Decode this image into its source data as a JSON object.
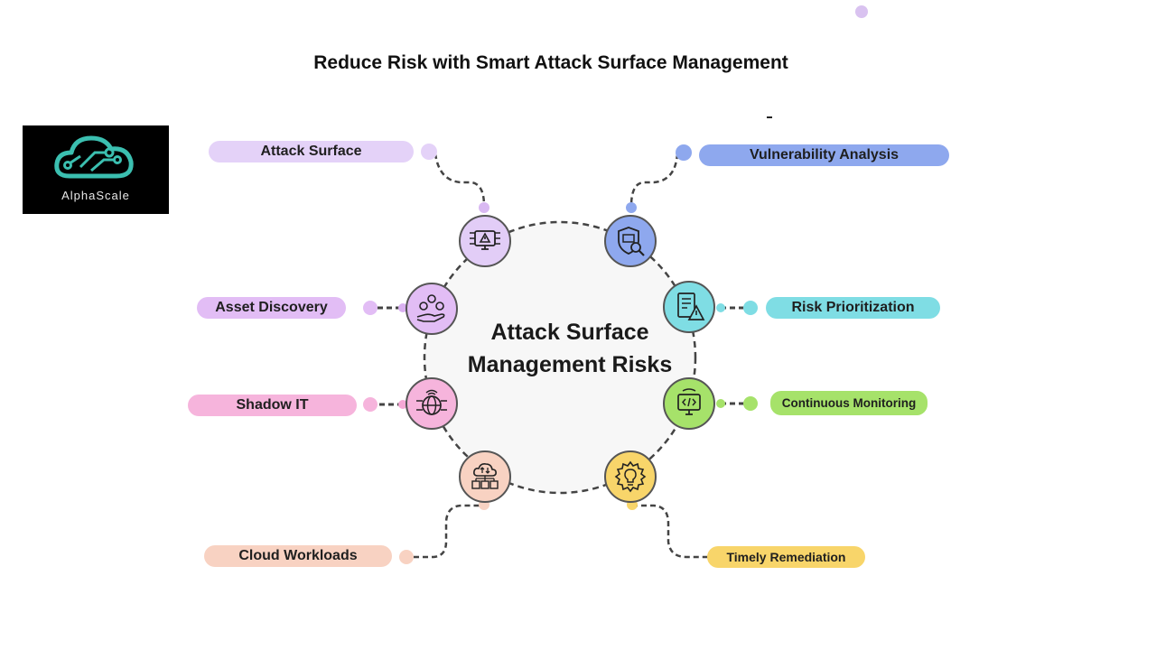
{
  "title": "Reduce Risk with Smart Attack Surface Management",
  "logo": {
    "name": "AlphaScale",
    "icon": "cloud-circuit-icon"
  },
  "center": {
    "line1": "Attack Surface",
    "line2": "Management Risks"
  },
  "items": [
    {
      "label": "Attack Surface",
      "color": "#e4d2f8",
      "icon": "monitor-warning-icon"
    },
    {
      "label": "Vulnerability Analysis",
      "color": "#8ea8ee",
      "icon": "shield-magnifier-icon"
    },
    {
      "label": "Asset Discovery",
      "color": "#e2bdf5",
      "icon": "hand-assets-icon"
    },
    {
      "label": "Risk Prioritization",
      "color": "#7fdde4",
      "icon": "document-warning-icon"
    },
    {
      "label": "Shadow IT",
      "color": "#f6b4dc",
      "icon": "globe-network-icon"
    },
    {
      "label": "Continuous Monitoring",
      "color": "#a6e26a",
      "icon": "monitor-code-icon"
    },
    {
      "label": "Cloud Workloads",
      "color": "#f8d2c2",
      "icon": "cloud-server-icon"
    },
    {
      "label": "Timely Remediation",
      "color": "#f8d56a",
      "icon": "gear-bulb-icon"
    }
  ],
  "colors": {
    "dot_top": "#d9c2f0",
    "connector": "#444444"
  }
}
